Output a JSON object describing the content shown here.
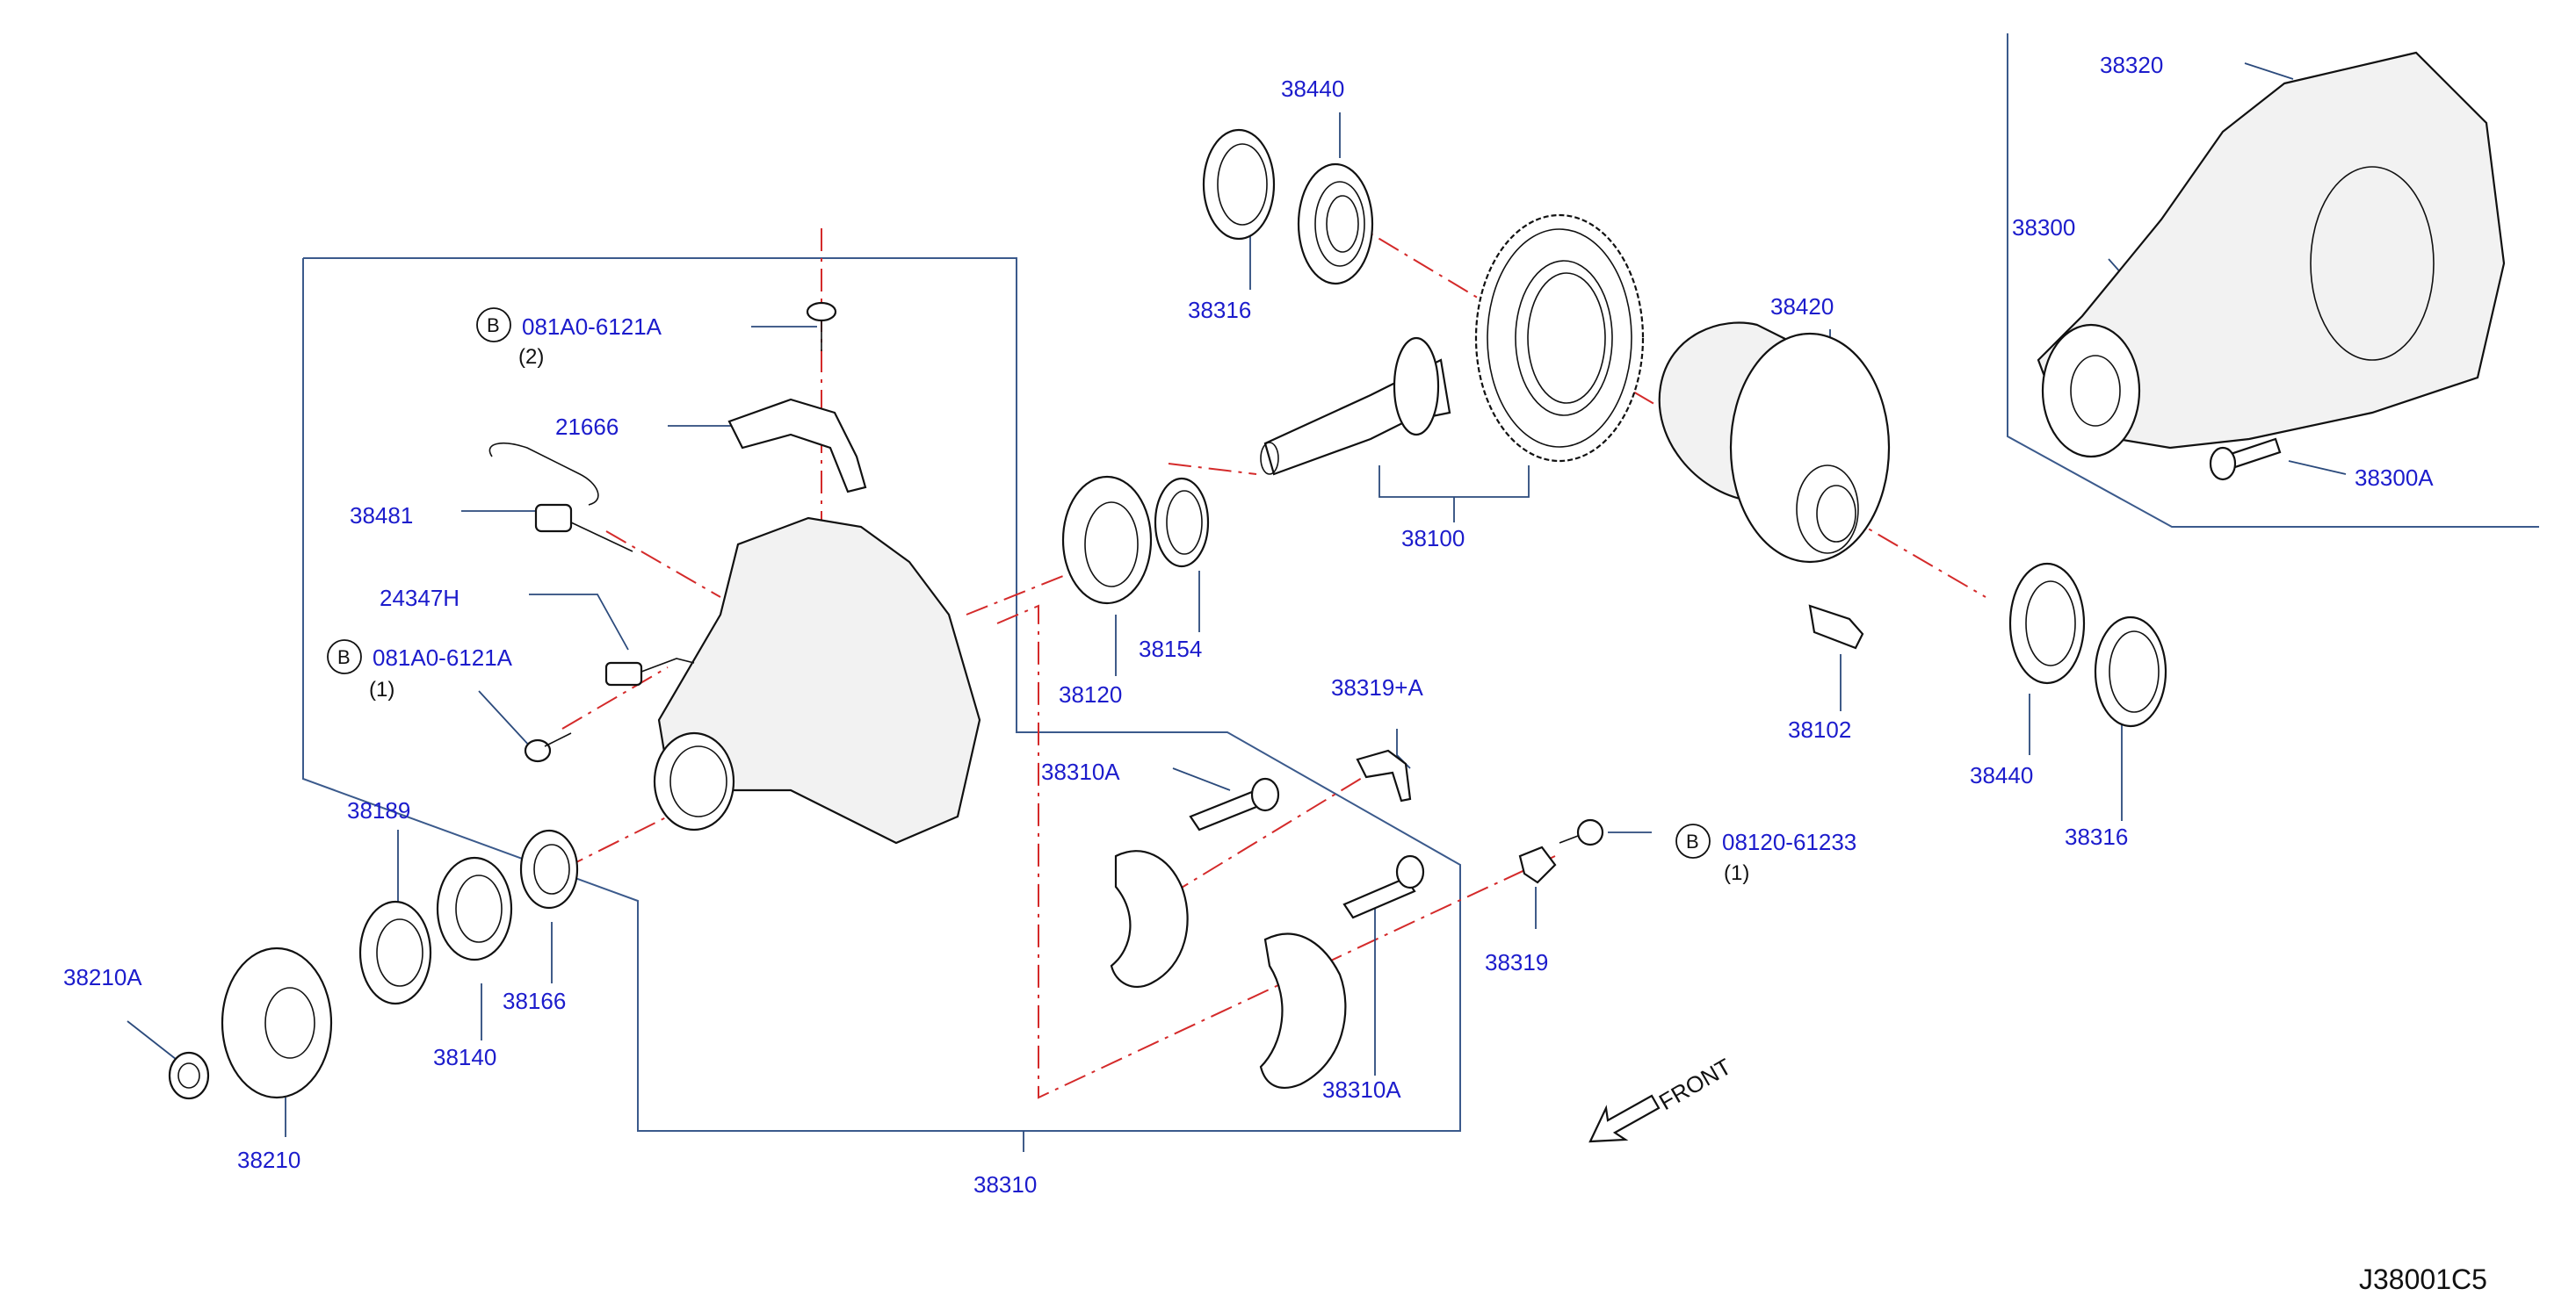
{
  "diagram": {
    "labels": {
      "p38440_top": "38440",
      "p38316_top": "38316",
      "p38420": "38420",
      "p38100": "38100",
      "p38120": "38120",
      "p38154": "38154",
      "p38102": "38102",
      "p38440_right": "38440",
      "p38316_right": "38316",
      "p38320": "38320",
      "p38300": "38300",
      "p38300A": "38300A",
      "p21666": "21666",
      "p38481": "38481",
      "p24347H": "24347H",
      "p38319A": "38319+A",
      "p38310A_top": "38310A",
      "p38310A_bottom": "38310A",
      "p38319": "38319",
      "p38189": "38189",
      "p38210A": "38210A",
      "p38140": "38140",
      "p38166": "38166",
      "p38210": "38210",
      "p38310": "38310"
    },
    "bolts": {
      "top": {
        "badge": "B",
        "code": "081A0-6121A",
        "qty": "(2)"
      },
      "left": {
        "badge": "B",
        "code": "081A0-6121A",
        "qty": "(1)"
      },
      "right": {
        "badge": "B",
        "code": "08120-61233",
        "qty": "(1)"
      }
    },
    "front_label": "FRONT",
    "diagram_code": "J38001C5"
  },
  "colors": {
    "label_blue": "#1c1ccc",
    "frame_blue": "#3b5a8c",
    "axis_red": "#d42a2a",
    "ink": "#111111"
  }
}
